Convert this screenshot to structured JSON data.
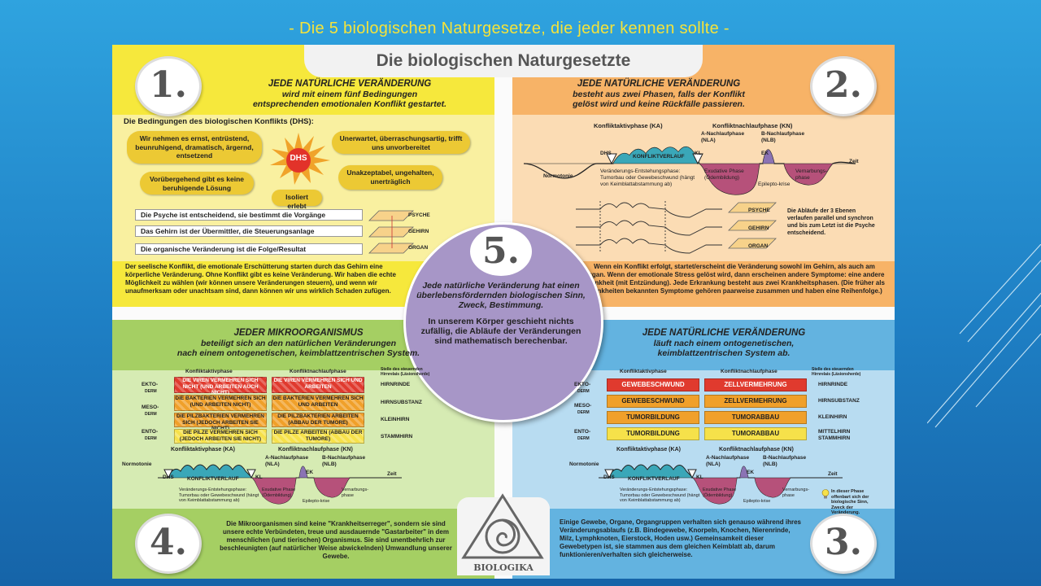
{
  "slide": {
    "title": "- Die 5 biologischen Naturgesetze, die jeder kennen sollte -"
  },
  "poster": {
    "title": "Die biologischen Naturgesetzte",
    "numbers": {
      "n1": "1.",
      "n2": "2.",
      "n3": "3.",
      "n4": "4.",
      "n5": "5."
    },
    "q1": {
      "heading": [
        "JEDE NATÜRLICHE VERÄNDERUNG",
        "wird mit einem fünf Bedingungen",
        "entsprechenden emotionalen Konflikt gestartet."
      ],
      "dhs_title": "Die Bedingungen des biologischen Konflikts (DHS):",
      "dhs_label": "DHS",
      "conditions": [
        "Wir nehmen es ernst, entrüstend, beunruhigend, dramatisch, ärgernd, entsetzend",
        "Unerwartet, überraschungsartig, trifft uns unvorbereitet",
        "Vorübergehend gibt es keine beruhigende Lösung",
        "Unakzeptabel, ungehalten, unerträglich",
        "Isoliert erlebt"
      ],
      "levels": [
        "Die Psyche ist entscheidend, sie bestimmt die Vorgänge",
        "Das Gehirn ist der Übermittler, die Steuerungsanlage",
        "Die organische Veränderung ist die Folge/Resultat"
      ],
      "level_tags": [
        "PSYCHE",
        "GEHIRN",
        "ORGAN"
      ],
      "bottom": "Der seelische Konflikt, die emotionale Erschütterung starten durch das Gehirn eine körperliche Veränderung. Ohne Konflikt gibt es keine Veränderung. Wir haben die echte Möglichkeit zu wählen (wir können unsere Veränderungen steuern), und wenn wir unaufmerksam oder unachtsam sind, dann können wir uns wirklich Schaden zufügen."
    },
    "q2": {
      "heading": [
        "JEDE NATÜRLICHE VERÄNDERUNG",
        "besteht aus zwei Phasen, falls der Konflikt",
        "gelöst wird und keine Rückfälle passieren."
      ],
      "phase_ka": "Konfliktaktivphase (KA)",
      "phase_kn": "Konfliktnachlaufphase (KN)",
      "nla": "A-Nachlaufphase (NLA)",
      "nlb": "B-Nachlaufphase (NLB)",
      "dhs": "DHS",
      "konfliktverlauf": "KONFLIKTVERLAUF",
      "kl": "KL",
      "ek": "EK",
      "normotonie": "Normotonie",
      "zeit": "Zeit",
      "ka_note": "Veränderungs-Entstehungsphase: Tumorbau oder Gewebeschwund (hängt von Keimblattabstammung ab)",
      "exudative": "Exudative Phase (Ödembildung)",
      "vernarbung": "Vernarbungs-phase",
      "epilepto": "Epilepto-krise",
      "ebenen_note": "Die Abläufe der 3 Ebenen verlaufen parallel und synchron und bis zum Letzt ist die Psyche entscheidend.",
      "level_tags": [
        "PSYCHE",
        "GEHIRN",
        "ORGAN"
      ],
      "bottom": "Wenn ein Konflikt erfolgt, startet/erscheint die Veränderung sowohl im Gehirn, als auch am Organ. Wenn der emotionale Stress gelöst wird, dann erscheinen andere Symptome: eine andere Krankheit (mit Entzündung). Jede Erkrankung besteht aus zwei Krankheitsphasen. (Die früher als Krankheiten bekannten Symptome gehören paarweise zusammen und haben eine Reihenfolge.)"
    },
    "q5": {
      "lead": "Jede natürliche Veränderung hat einen überlebensfördernden biologischen Sinn, Zweck, Bestimmung.",
      "body": "In unserem Körper geschieht nichts zufällig, die Abläufe der Veränderungen sind mathematisch berechenbar."
    },
    "q4": {
      "heading": [
        "JEDER MIKROORGANISMUS",
        "beteiligt sich an den natürlichen Veränderungen",
        "nach einem ontogenetischen, keimblattzentrischen System."
      ],
      "col_ka": "Konfliktaktivphase",
      "col_kn": "Konfliktnachlaufphase",
      "col_steer": "Stelle des steuernden Hirnrelais (Läsionsherde)",
      "rows": [
        {
          "derm": "EKTO-",
          "sub": "DERM",
          "ka": "DIE VIREN VERMEHREN SICH NICHT (UND ARBEITEN AUCH NICHT)",
          "kn": "DIE VIREN VERMEHREN SICH UND ARBEITEN",
          "brain": "HIRNRINDE"
        },
        {
          "derm": "MESO-",
          "sub": "DERM",
          "ka": "DIE BAKTERIEN VERMEHREN SICH (UND ARBEITEN NICHT)",
          "kn": "DIE BAKTERIEN VERMEHREN SICH UND ARBEITEN",
          "brain": "HIRNSUBSTANZ"
        },
        {
          "derm": "",
          "sub": "",
          "ka": "DIE PILZBAKTERIEN VERMEHREN SICH (JEDOCH ARBEITEN SIE NICHT)",
          "kn": "DIE PILZBAKTERIEN ARBEITEN (ABBAU DER TUMORE)",
          "brain": "KLEINHIRN"
        },
        {
          "derm": "ENTO-",
          "sub": "DERM",
          "ka": "DIE PILZE VERMEHREN SICH (JEDOCH ARBEITEN SIE NICHT)",
          "kn": "DIE PILZE ARBEITEN (ABBAU DER TUMORE)",
          "brain": "STAMMHIRN"
        }
      ],
      "phase_ka": "Konfliktaktivphase (KA)",
      "phase_kn": "Konfliktnachlaufphase (KN)",
      "nla": "A-Nachlaufphase (NLA)",
      "nlb": "B-Nachlaufphase (NLB)",
      "normotonie": "Normotonie",
      "dhs": "DHS",
      "konfliktverlauf": "KONFLIKTVERLAUF",
      "kl": "KL",
      "ek": "EK",
      "zeit": "Zeit",
      "ka_note": "Veränderungs-Entstehungsphase: Tumorbau oder Gewebeschwund (hängt von Keimblattabstammung ab)",
      "exudative": "Exudative Phase (Ödembildung)",
      "vernarbung": "Vernarbungs-phase",
      "epilepto": "Epilepto-krise",
      "bottom": "Die Mikroorganismen sind keine \"Krankheitserreger\", sondern sie sind unsere echte Verbündeten, treue und ausdauernde \"Gastarbeiter\" in dem menschlichen (und tierischen) Organismus. Sie sind unentbehrlich zur beschleunigten (auf natürlicher Weise abwickelnden) Umwandlung unserer Gewebe."
    },
    "q3": {
      "heading": [
        "JEDE NATÜRLICHE VERÄNDERUNG",
        "läuft nach einem ontogenetischen,",
        "keimblattzentrischen System ab."
      ],
      "col_ka": "Konfliktaktivphase",
      "col_kn": "Konfliktnachlaufphase",
      "col_steer": "Stelle des steuernden Hirnrelais (Läsionsherde)",
      "rows": [
        {
          "derm": "EKTO-",
          "sub": "DERM",
          "ka": "GEWEBESCHWUND",
          "kn": "ZELLVERMEHRUNG",
          "brain": "HIRNRINDE"
        },
        {
          "derm": "MESO-",
          "sub": "DERM",
          "ka": "GEWEBESCHWUND",
          "kn": "ZELLVERMEHRUNG",
          "brain": "HIRNSUBSTANZ"
        },
        {
          "derm": "",
          "sub": "",
          "ka": "TUMORBILDUNG",
          "kn": "TUMORABBAU",
          "brain": "KLEINHIRN"
        },
        {
          "derm": "ENTO-",
          "sub": "DERM",
          "ka": "TUMORBILDUNG",
          "kn": "TUMORABBAU",
          "brain": "MITTELHIRN STAMMHIRN"
        }
      ],
      "phase_ka": "Konfliktaktivphase (KA)",
      "phase_kn": "Konfliktnachlaufphase (KN)",
      "nla": "A-Nachlaufphase (NLA)",
      "nlb": "B-Nachlaufphase (NLB)",
      "normotonie": "Normotonie",
      "dhs": "DHS",
      "konfliktverlauf": "KONFLIKTVERLAUF",
      "kl": "KL",
      "ek": "EK",
      "zeit": "Zeit",
      "ka_note": "Veränderungs-Entstehungsphase: Tumorbau oder Gewebeschwund (hängt von Keimblattabstammung ab)",
      "exudative": "Exudative Phase (Ödembildung)",
      "vernarbung": "Vernarbungs-phase",
      "epilepto": "Epilepto-krise",
      "sinn_note": "In dieser Phase offenbart sich der biologische Sinn, Zweck der Veränderung.",
      "bottom": "Einige Gewebe, Organe, Organgruppen verhalten sich genauso während ihres Veränderungsablaufs (z.B. Bindegewebe, Knorpeln, Knochen, Nierenrinde, Milz, Lymphknoten, Eierstock, Hoden usw.) Gemeinsamkeit dieser Gewebetypen ist, sie stammen aus dem gleichen Keimblatt ab, darum funktionieren/verhalten sich gleicherweise."
    },
    "logo_text": "BIOLOGIKA"
  },
  "colors": {
    "q1": "#f6e83c",
    "q2": "#f7b367",
    "q4": "#a5cf63",
    "q3": "#63b3e0",
    "center": "#a796c7",
    "slide_title": "#f5e33a"
  }
}
